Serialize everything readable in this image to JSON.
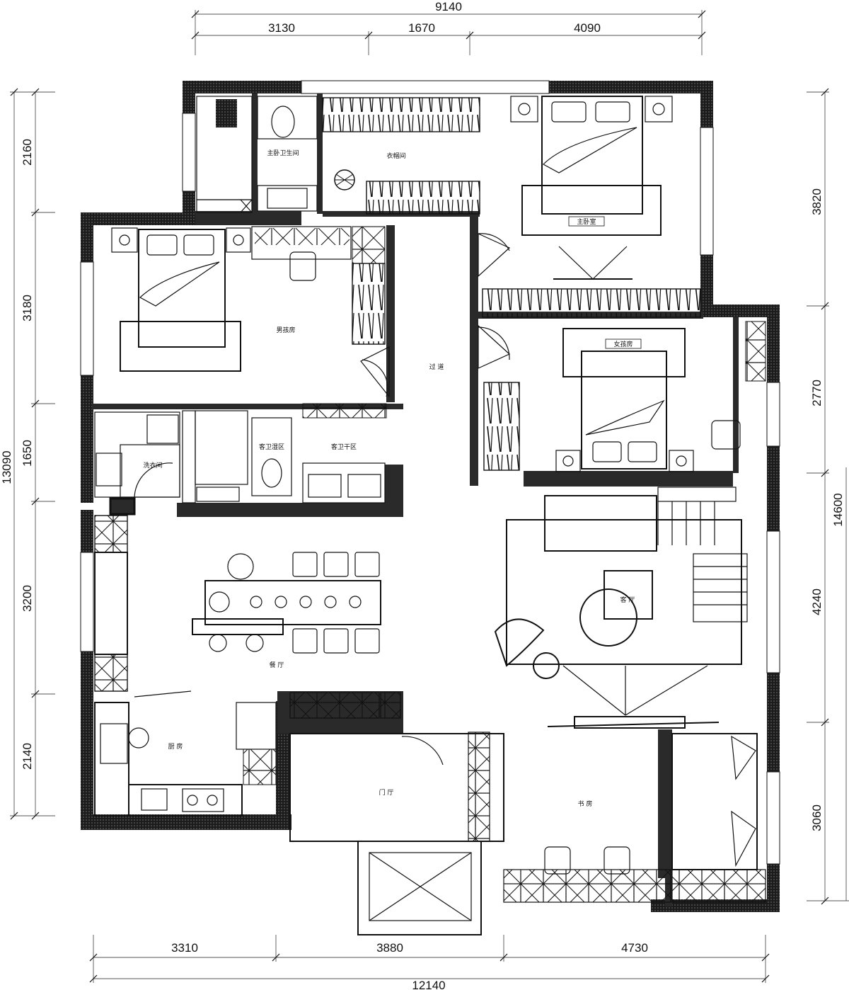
{
  "dimensions": {
    "top_total": "9140",
    "top_segments": [
      "3130",
      "1670",
      "4090"
    ],
    "bottom_total": "12140",
    "bottom_segments": [
      "3310",
      "3880",
      "4730"
    ],
    "left_total": "13090",
    "left_segments": [
      "2160",
      "3180",
      "1650",
      "3200",
      "2140"
    ],
    "right_total": "14600",
    "right_segments": [
      "3820",
      "2770",
      "4240",
      "3060"
    ]
  },
  "rooms": {
    "master_bath": "主卧卫生间",
    "walk_in_closet": "衣帽间",
    "master_bedroom": "主卧室",
    "boys_room": "男孩房",
    "corridor": "过 道",
    "girls_room": "女孩房",
    "guest_bath_wet": "客卫湿区",
    "guest_bath_dry": "客卫干区",
    "laundry": "洗衣间",
    "dining": "餐 厅",
    "living": "客 厅",
    "kitchen": "厨 房",
    "foyer": "门 厅",
    "study": "书 房"
  }
}
